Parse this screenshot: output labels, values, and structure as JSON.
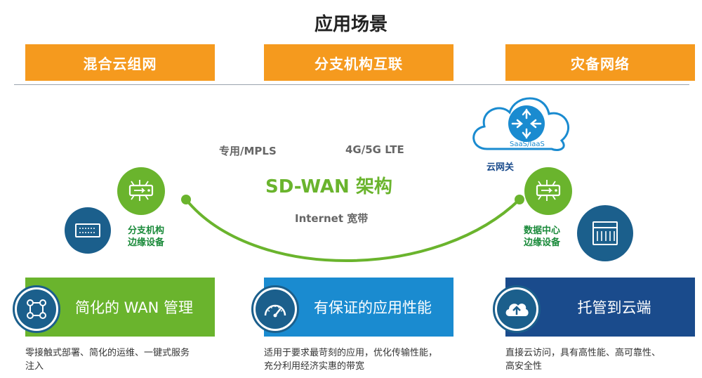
{
  "title": "应用场景",
  "scenarios": [
    "混合云组网",
    "分支机构互联",
    "灾备网络"
  ],
  "network": {
    "mpls": "专用/MPLS",
    "lte": "4G/5G LTE",
    "architecture": "SD-WAN 架构",
    "internet": "Internet 宽带"
  },
  "cloud": {
    "label": "SaaS/IaaS",
    "gateway": "云网关"
  },
  "branch": {
    "line1": "分支机构",
    "line2": "边缘设备"
  },
  "datacenter": {
    "line1": "数据中心",
    "line2": "边缘设备"
  },
  "benefits": [
    {
      "label": "简化的 WAN 管理",
      "desc1": "零接触式部署、简化的运维、一键式服务",
      "desc2": "注入"
    },
    {
      "label": "有保证的应用性能",
      "desc1": "适用于要求最苛刻的应用，优化传输性能，",
      "desc2": "充分利用经济实惠的带宽"
    },
    {
      "label": "托管到云端",
      "desc1": "直接云访问，具有高性能、高可靠性、",
      "desc2": "高安全性"
    }
  ],
  "colors": {
    "orange": "#f59a1e",
    "green": "#6ab42d",
    "blue": "#1a8bd0",
    "navy": "#1a4b8c",
    "teal": "#1b5f8c"
  }
}
